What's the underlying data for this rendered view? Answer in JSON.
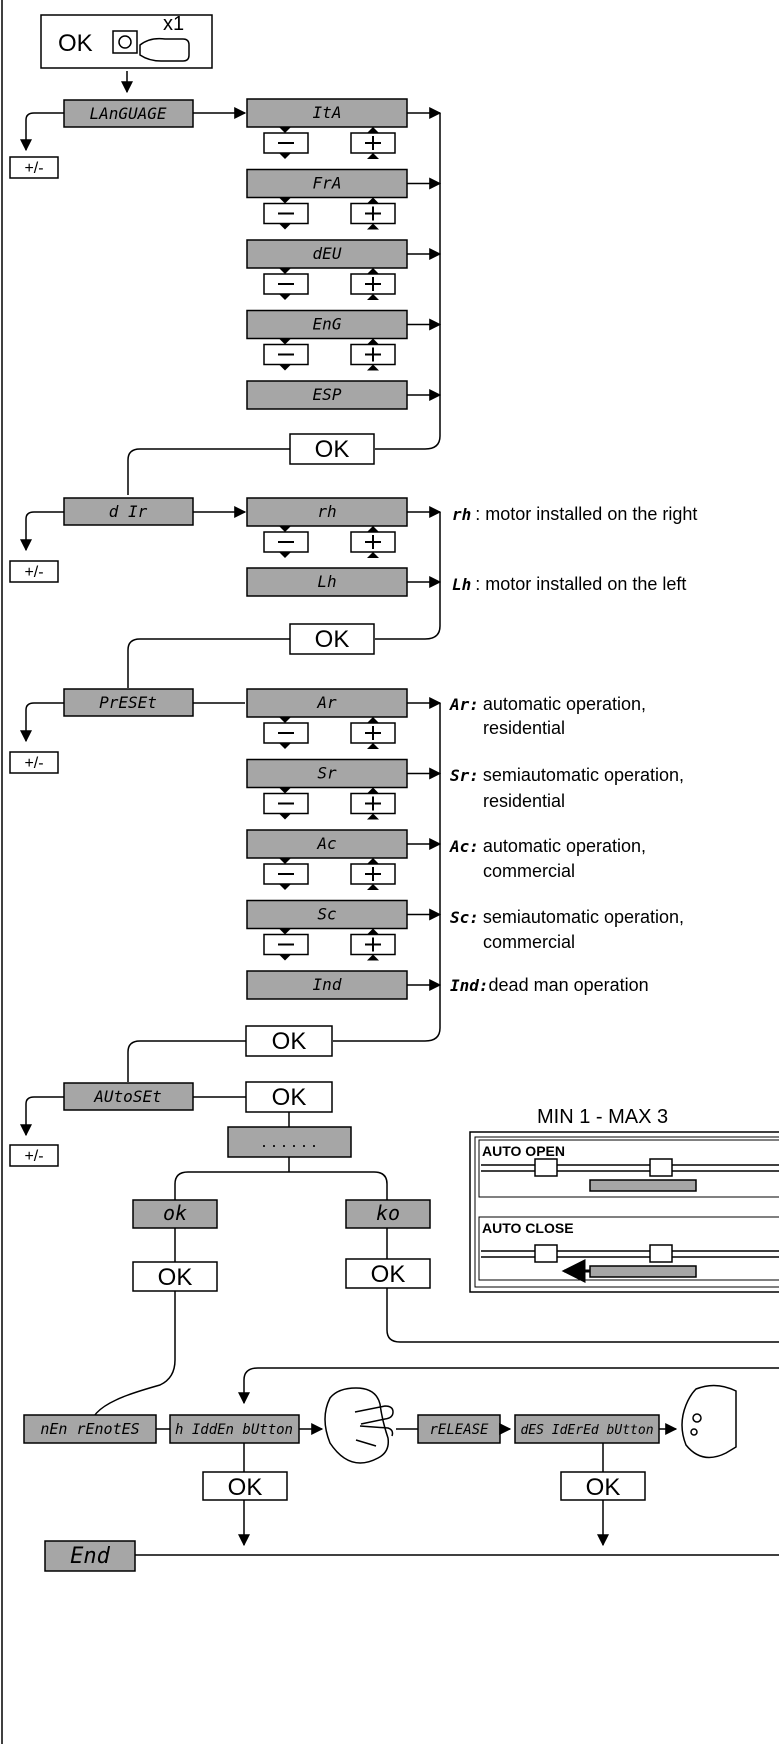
{
  "start": {
    "ok": "OK",
    "x1": "x1"
  },
  "menus": {
    "language": {
      "label": "LAnGUAGE",
      "options": [
        "ItA",
        "FrA",
        "dEU",
        "EnG",
        "ESP"
      ],
      "plusminus": "+/-",
      "ok": "OK"
    },
    "dir": {
      "label": "d Ir",
      "options": [
        "rh",
        "Lh"
      ],
      "descriptions": [
        {
          "code": "rh",
          "text": ": motor installed on the right"
        },
        {
          "code": "Lh",
          "text": ": motor installed on the left"
        }
      ],
      "plusminus": "+/-",
      "ok": "OK"
    },
    "preset": {
      "label": "PrESEt",
      "options": [
        "Ar",
        "Sr",
        "Ac",
        "Sc",
        "Ind"
      ],
      "descriptions": [
        {
          "code": "Ar:",
          "lines": [
            "automatic operation,",
            "residential"
          ]
        },
        {
          "code": "Sr:",
          "lines": [
            "semiautomatic operation,",
            "residential"
          ]
        },
        {
          "code": "Ac:",
          "lines": [
            "automatic operation,",
            "commercial"
          ]
        },
        {
          "code": "Sc:",
          "lines": [
            "semiautomatic operation,",
            "commercial"
          ]
        },
        {
          "code": "Ind:",
          "lines": [
            "dead man operation"
          ]
        }
      ],
      "plusminus": "+/-",
      "ok": "OK"
    },
    "autoset": {
      "label": "AUtoSEt",
      "ok": "OK",
      "progress": ". . . . . .",
      "results": [
        "ok",
        "ko"
      ],
      "result_ok": "OK",
      "plusminus": "+/-"
    }
  },
  "autoset_panel": {
    "title": "MIN 1 - MAX 3",
    "items": [
      "AUTO OPEN",
      "AUTO CLOSE"
    ]
  },
  "remotes": {
    "label": "nEn rEnotES",
    "hidden_button": "h IddEn bUtton",
    "release": "rELEASE",
    "desired_button": "dES IdErEd bUtton",
    "ok": "OK",
    "end": "End"
  },
  "icons": [
    "pointing-hand-icon",
    "remote-button-icon",
    "remote-hand-icon",
    "minus-arrow-icon",
    "plus-arrow-icon"
  ]
}
